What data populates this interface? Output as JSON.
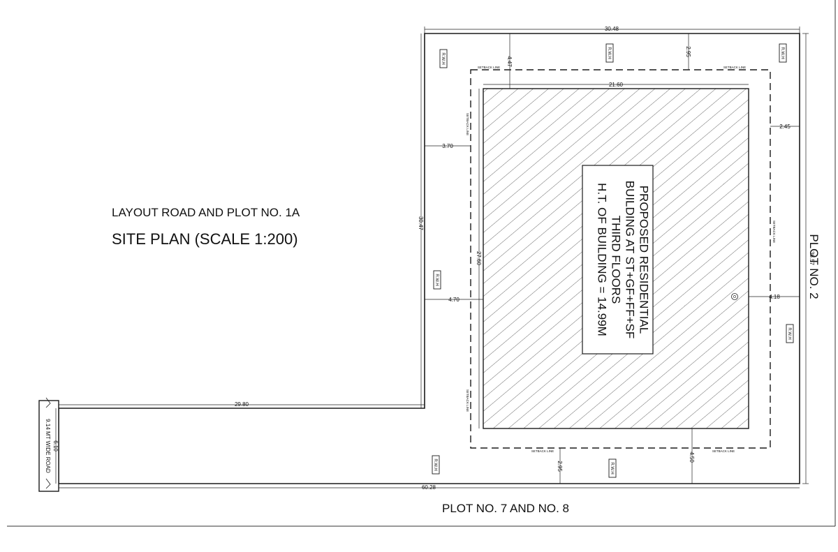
{
  "heading": {
    "layout_label": "LAYOUT ROAD AND PLOT NO. 1A",
    "title": "SITE PLAN (SCALE 1:200)"
  },
  "neighbors": {
    "right": "PLOT NO. 2",
    "bottom": "PLOT NO. 7 AND NO. 8"
  },
  "road": {
    "label": "9.14 MT WIDE ROAD",
    "width_dim": "6.10"
  },
  "building": {
    "line1": "PROPOSED RESIDENTIAL",
    "line2": "BUILDING AT ST+GF+FF+SF",
    "line3": "THIRD FLOORS",
    "line4": "H.T. OF BUILDING = 14.99M",
    "width_dim": "21.60",
    "depth_dim": "27.60"
  },
  "dimensions": {
    "plot_top": "30.48",
    "plot_right": "36.57",
    "plot_left": "30.47",
    "plot_bottom": "60.28",
    "road_frontage": "29.80",
    "top_setback_left": "4.47",
    "top_setback_right": "2.95",
    "right_setback": "2.45",
    "right_inner": "4.18",
    "left_setback": "3.70",
    "left_inner": "4.70",
    "bottom_setback_left": "2.95",
    "bottom_setback_right": "4.50"
  },
  "setback_label": "SETBACK LINE",
  "rwh_label": "R.W.H",
  "colors": {
    "line": "#1a1a1a",
    "paper": "#ffffff"
  }
}
